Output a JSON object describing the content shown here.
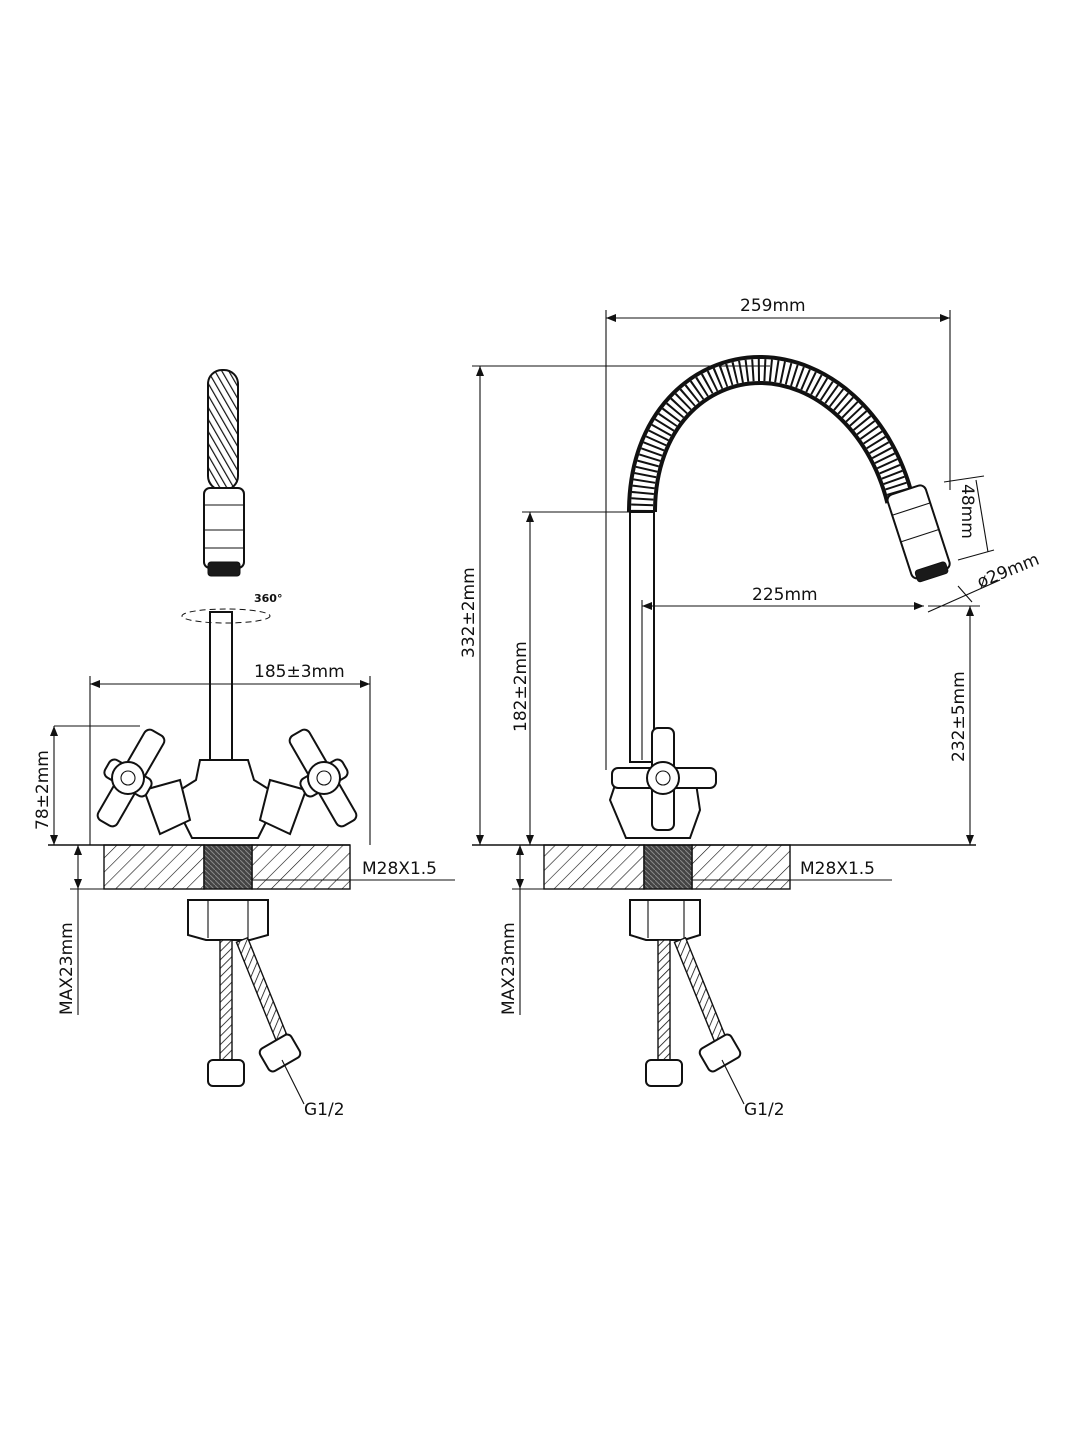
{
  "front_view": {
    "rotation": "360°",
    "width": "185±3mm",
    "handle_height": "78±2mm",
    "thread": "M28X1.5",
    "max_thickness": "MAX23mm",
    "connection": "G1/2"
  },
  "side_view": {
    "overall_width": "259mm",
    "overall_height": "332±2mm",
    "tube_height": "182±2mm",
    "head_length": "48mm",
    "head_diameter": "ø29mm",
    "reach": "225mm",
    "outlet_height": "232±5mm",
    "thread": "M28X1.5",
    "max_thickness": "MAX23mm",
    "connection": "G1/2"
  }
}
